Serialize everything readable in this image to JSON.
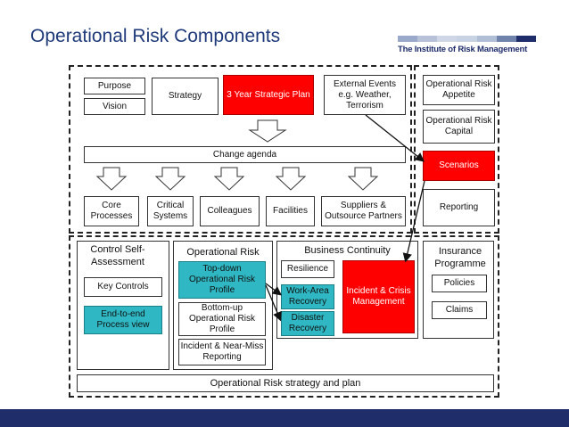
{
  "title": "Operational Risk Components",
  "logo": {
    "text": "The Institute of Risk Management",
    "stripe_colors": [
      "#9aa9c9",
      "#b7c1d8",
      "#cfd6e5",
      "#c7d3e3",
      "#b0bfd6",
      "#6f83ad",
      "#1f2d6b"
    ]
  },
  "colors": {
    "title": "#1f3a7a",
    "red": "#ff0000",
    "teal": "#2fb8c3",
    "footer": "#1f2d6b"
  },
  "strategy_section": {
    "purpose": "Purpose",
    "vision": "Vision",
    "strategy": "Strategy",
    "three_year_plan": "3 Year Strategic Plan",
    "external_events": "External Events e.g. Weather, Terrorism",
    "change_agenda": "Change agenda",
    "targets": [
      "Core Processes",
      "Critical Systems",
      "Colleagues",
      "Facilities",
      "Suppliers & Outsource Partners"
    ]
  },
  "right_column": {
    "appetite": "Operational Risk Appetite",
    "capital": "Operational Risk Capital",
    "scenarios": "Scenarios",
    "reporting": "Reporting"
  },
  "control_self_assessment": {
    "header": "Control Self-Assessment",
    "key_controls": "Key Controls",
    "end_to_end": "End-to-end Process view"
  },
  "operational_risk": {
    "header": "Operational Risk",
    "top_down": "Top-down Operational Risk Profile",
    "bottom_up": "Bottom-up Operational Risk Profile",
    "incident_reporting": "Incident & Near-Miss Reporting"
  },
  "business_continuity": {
    "header": "Business Continuity",
    "resilience": "Resilience",
    "work_area": "Work-Area Recovery",
    "disaster": "Disaster Recovery",
    "incident_mgmt": "Incident & Crisis Management"
  },
  "insurance": {
    "header": "Insurance Programme",
    "policies": "Policies",
    "claims": "Claims"
  },
  "footer_strategy": "Operational Risk strategy and plan"
}
